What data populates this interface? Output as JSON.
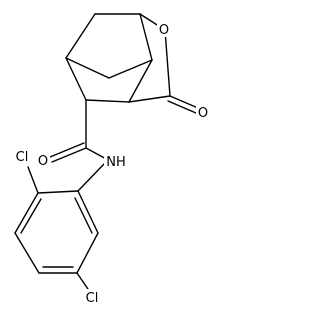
{
  "molecule": {
    "atoms": {
      "bridge_oxygen": "O",
      "carbonyl_oxygen": "O",
      "amide_oxygen": "O",
      "amide_nitrogen": "NH",
      "chlorine_ortho": "Cl",
      "chlorine_meta": "Cl"
    }
  },
  "colors": {
    "bond": "#000000",
    "label": "#000000",
    "background": "#ffffff"
  }
}
